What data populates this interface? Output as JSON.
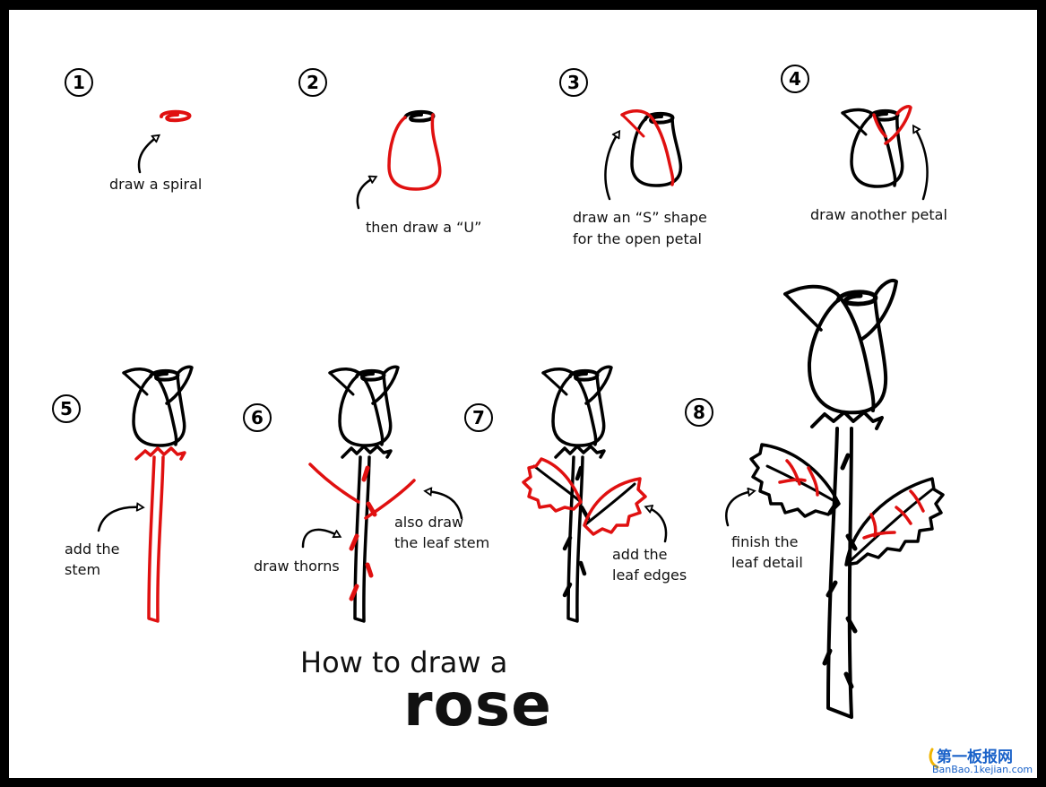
{
  "title": {
    "line1": "How to draw a",
    "line2": "rose"
  },
  "steps": [
    {
      "number": "1",
      "caption": [
        "draw a spiral"
      ]
    },
    {
      "number": "2",
      "caption": [
        "then draw a “U”"
      ]
    },
    {
      "number": "3",
      "caption": [
        "draw an “S” shape",
        "for the open petal"
      ]
    },
    {
      "number": "4",
      "caption": [
        "draw another petal"
      ]
    },
    {
      "number": "5",
      "caption": [
        "add the",
        "stem"
      ]
    },
    {
      "number": "6",
      "caption": [
        "draw thorns"
      ],
      "caption2": [
        "also draw",
        "the leaf stem"
      ]
    },
    {
      "number": "7",
      "caption": [
        "add the",
        "leaf edges"
      ]
    },
    {
      "number": "8",
      "caption": [
        "finish the",
        "leaf detail"
      ]
    }
  ],
  "watermark": {
    "line1": "第一板报网",
    "line2": "BanBao.1kejian.com"
  },
  "colors": {
    "ink": "#000000",
    "highlight": "#e01010",
    "watermark": "#1a62c9"
  }
}
